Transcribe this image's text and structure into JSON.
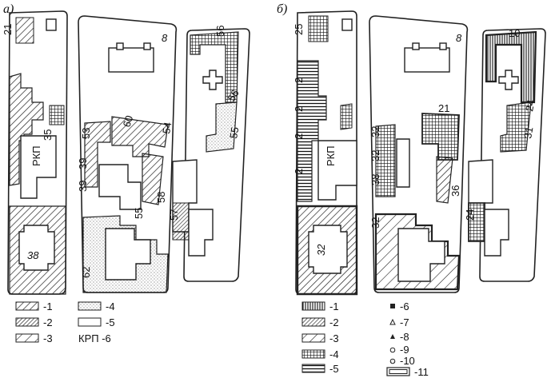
{
  "panels": {
    "a": {
      "label": "а)",
      "numbers": [
        "21",
        "35",
        "РКП",
        "53",
        "60",
        "54",
        "39",
        "39",
        "58",
        "55",
        "38",
        "62",
        "8",
        "56",
        "56",
        "55",
        "57"
      ],
      "legend": [
        {
          "key": "-1",
          "pattern": "diag-thin"
        },
        {
          "key": "-2",
          "pattern": "diag-dense"
        },
        {
          "key": "-3",
          "pattern": "diag-sparse"
        },
        {
          "key": "-4",
          "pattern": "dots"
        },
        {
          "key": "-5",
          "pattern": "blank"
        },
        {
          "key": "КРП -6",
          "pattern": "text"
        }
      ]
    },
    "b": {
      "label": "б)",
      "numbers": [
        "25",
        "2",
        "2",
        "2",
        "2",
        "РКП",
        "32",
        "32",
        "38",
        "32",
        "32",
        "21",
        "36",
        "8",
        "10",
        "24",
        "31",
        "24"
      ],
      "legend": [
        {
          "key": "-1",
          "pattern": "vert-lines"
        },
        {
          "key": "-2",
          "pattern": "crosshatch"
        },
        {
          "key": "-3",
          "pattern": "diag-sparse"
        },
        {
          "key": "-4",
          "pattern": "cross-dense"
        },
        {
          "key": "-5",
          "pattern": "horiz-lines"
        },
        {
          "key": "-6",
          "symbol": "filled-square"
        },
        {
          "key": "-7",
          "symbol": "open-triangle"
        },
        {
          "key": "-8",
          "symbol": "filled-triangle"
        },
        {
          "key": "-9",
          "symbol": "open-circle"
        },
        {
          "key": "-10",
          "symbol": "dotted-circle"
        },
        {
          "key": "-11",
          "symbol": "double-outline"
        }
      ]
    }
  },
  "colors": {
    "ink": "#222222",
    "paper": "#ffffff"
  }
}
